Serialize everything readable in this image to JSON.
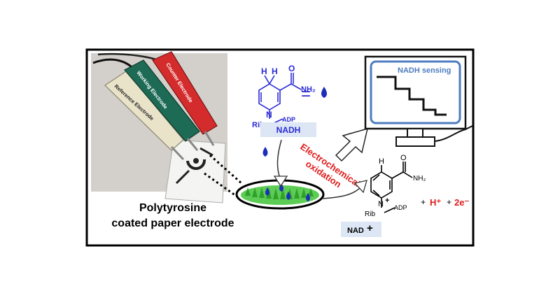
{
  "photo": {
    "labels": {
      "reference": "Reference Electrode",
      "working": "Working Electrode",
      "counter": "Counter Electrode"
    },
    "colors": {
      "reference": "#e9e3c9",
      "working": "#1d6a55",
      "counter": "#d42c2c"
    }
  },
  "nadh": {
    "h_left": "H",
    "h_right": "H",
    "conh2": "NH₂",
    "o": "O",
    "n": "N",
    "rib": "Rib",
    "adp": "ADP",
    "equals": "=",
    "badge": "NADH"
  },
  "process": {
    "label_line1": "Electrochemical",
    "label_line2": "oxidation"
  },
  "monitor": {
    "title": "NADH sensing"
  },
  "nad": {
    "h_top": "H",
    "conh2": "NH₂",
    "o": "O",
    "n": "N",
    "plus": "+",
    "rib": "Rib",
    "adp": "ADP",
    "badge": "NAD",
    "badge_plus": "+"
  },
  "products": {
    "plus1": "+",
    "proton": "H⁺",
    "plus2": "+",
    "electrons": "2e⁻"
  },
  "caption": {
    "line1": "Polytyrosine",
    "line2": "coated paper electrode"
  },
  "colors": {
    "chem_blue": "#2b2bd6",
    "red_text": "#e01b1b",
    "monitor_blue": "#4d7cc0",
    "badge_bg": "#dce6f4",
    "green": "#3dbb3a",
    "drop": "#1d2fb8"
  }
}
